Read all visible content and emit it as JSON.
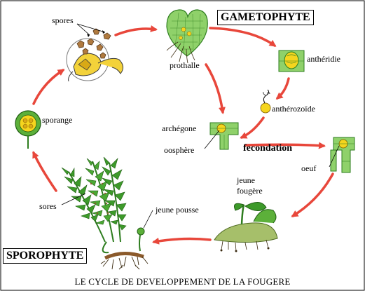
{
  "titles": {
    "gametophyte": "GAMETOPHYTE",
    "sporophyte": "SPOROPHYTE",
    "caption": "LE CYCLE DE DEVELOPPEMENT DE LA FOUGERE"
  },
  "labels": {
    "spores": "spores",
    "prothalle": "prothalle",
    "antheridie": "anthéridie",
    "antherozoide": "anthérozoïde",
    "archegone": "archégone",
    "oosphere": "oosphère",
    "fecondation": "fecondation",
    "oeuf": "oeuf",
    "jeune_fougere_1": "jeune",
    "jeune_fougere_2": "fougère",
    "jeune_pousse": "jeune pousse",
    "sporange": "sporange",
    "sores": "sores"
  },
  "colors": {
    "arrow": "#e8473b",
    "green_dark": "#2e7d1f",
    "green_light": "#8fd16a",
    "yellow": "#f5d51e",
    "brown": "#8b5a2b"
  }
}
